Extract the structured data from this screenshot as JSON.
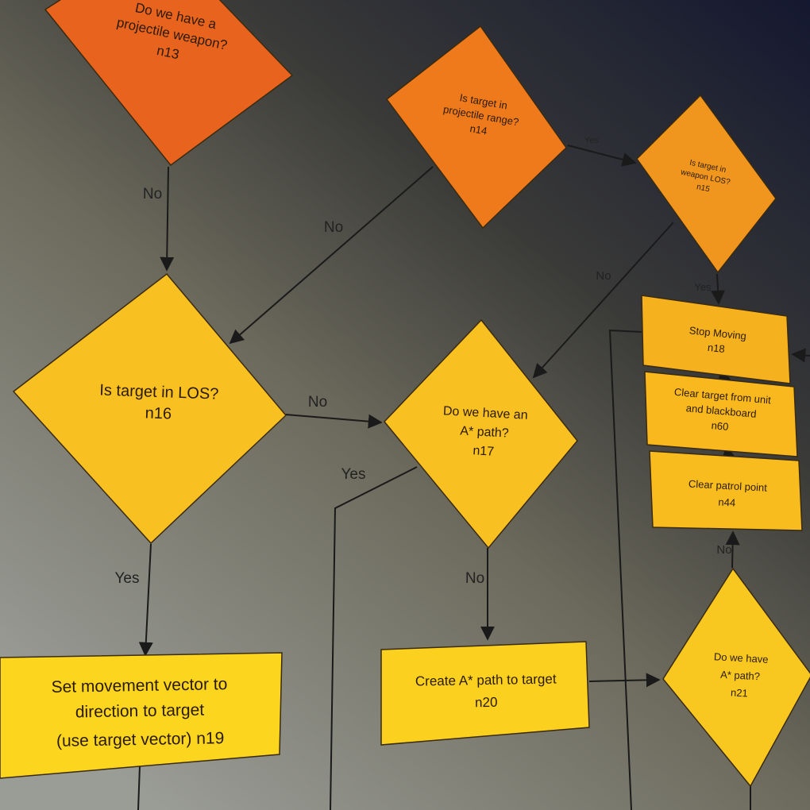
{
  "colors": {
    "orange_dark": "#e8601c",
    "orange": "#f08a1c",
    "amber": "#f6a41e",
    "yellow": "#f8c31c",
    "bright_yellow": "#fbd51e"
  },
  "nodes": {
    "n13": {
      "lines": [
        "Do we have a",
        "projectile weapon?",
        "n13"
      ]
    },
    "n14": {
      "lines": [
        "Is target in",
        "projectile range?",
        "n14"
      ]
    },
    "n15": {
      "lines": [
        "Is target in",
        "weapon LOS?",
        "n15"
      ]
    },
    "n16": {
      "lines": [
        "Is target in LOS?",
        "n16"
      ]
    },
    "n17": {
      "lines": [
        "Do we have an",
        "A* path?",
        "n17"
      ]
    },
    "n18": {
      "lines": [
        "Stop Moving",
        "n18"
      ]
    },
    "n60": {
      "lines": [
        "Clear target from unit",
        "and blackboard",
        "n60"
      ]
    },
    "n44": {
      "lines": [
        "Clear patrol point",
        "n44"
      ]
    },
    "n19": {
      "lines": [
        "Set movement vector to",
        "direction to target",
        "(use target vector) n19"
      ]
    },
    "n20": {
      "lines": [
        "Create A* path to target",
        "n20"
      ]
    },
    "n21": {
      "lines": [
        "Do we have",
        "A* path?",
        "n21"
      ]
    }
  },
  "edge_labels": {
    "n13_no": "No",
    "n14_no": "No",
    "n14_yes": "Yes",
    "n15_no": "No",
    "n15_yes": "Yes",
    "n16_no": "No",
    "n16_yes": "Yes",
    "n17_yes": "Yes",
    "n17_no": "No",
    "n21_no": "No"
  }
}
